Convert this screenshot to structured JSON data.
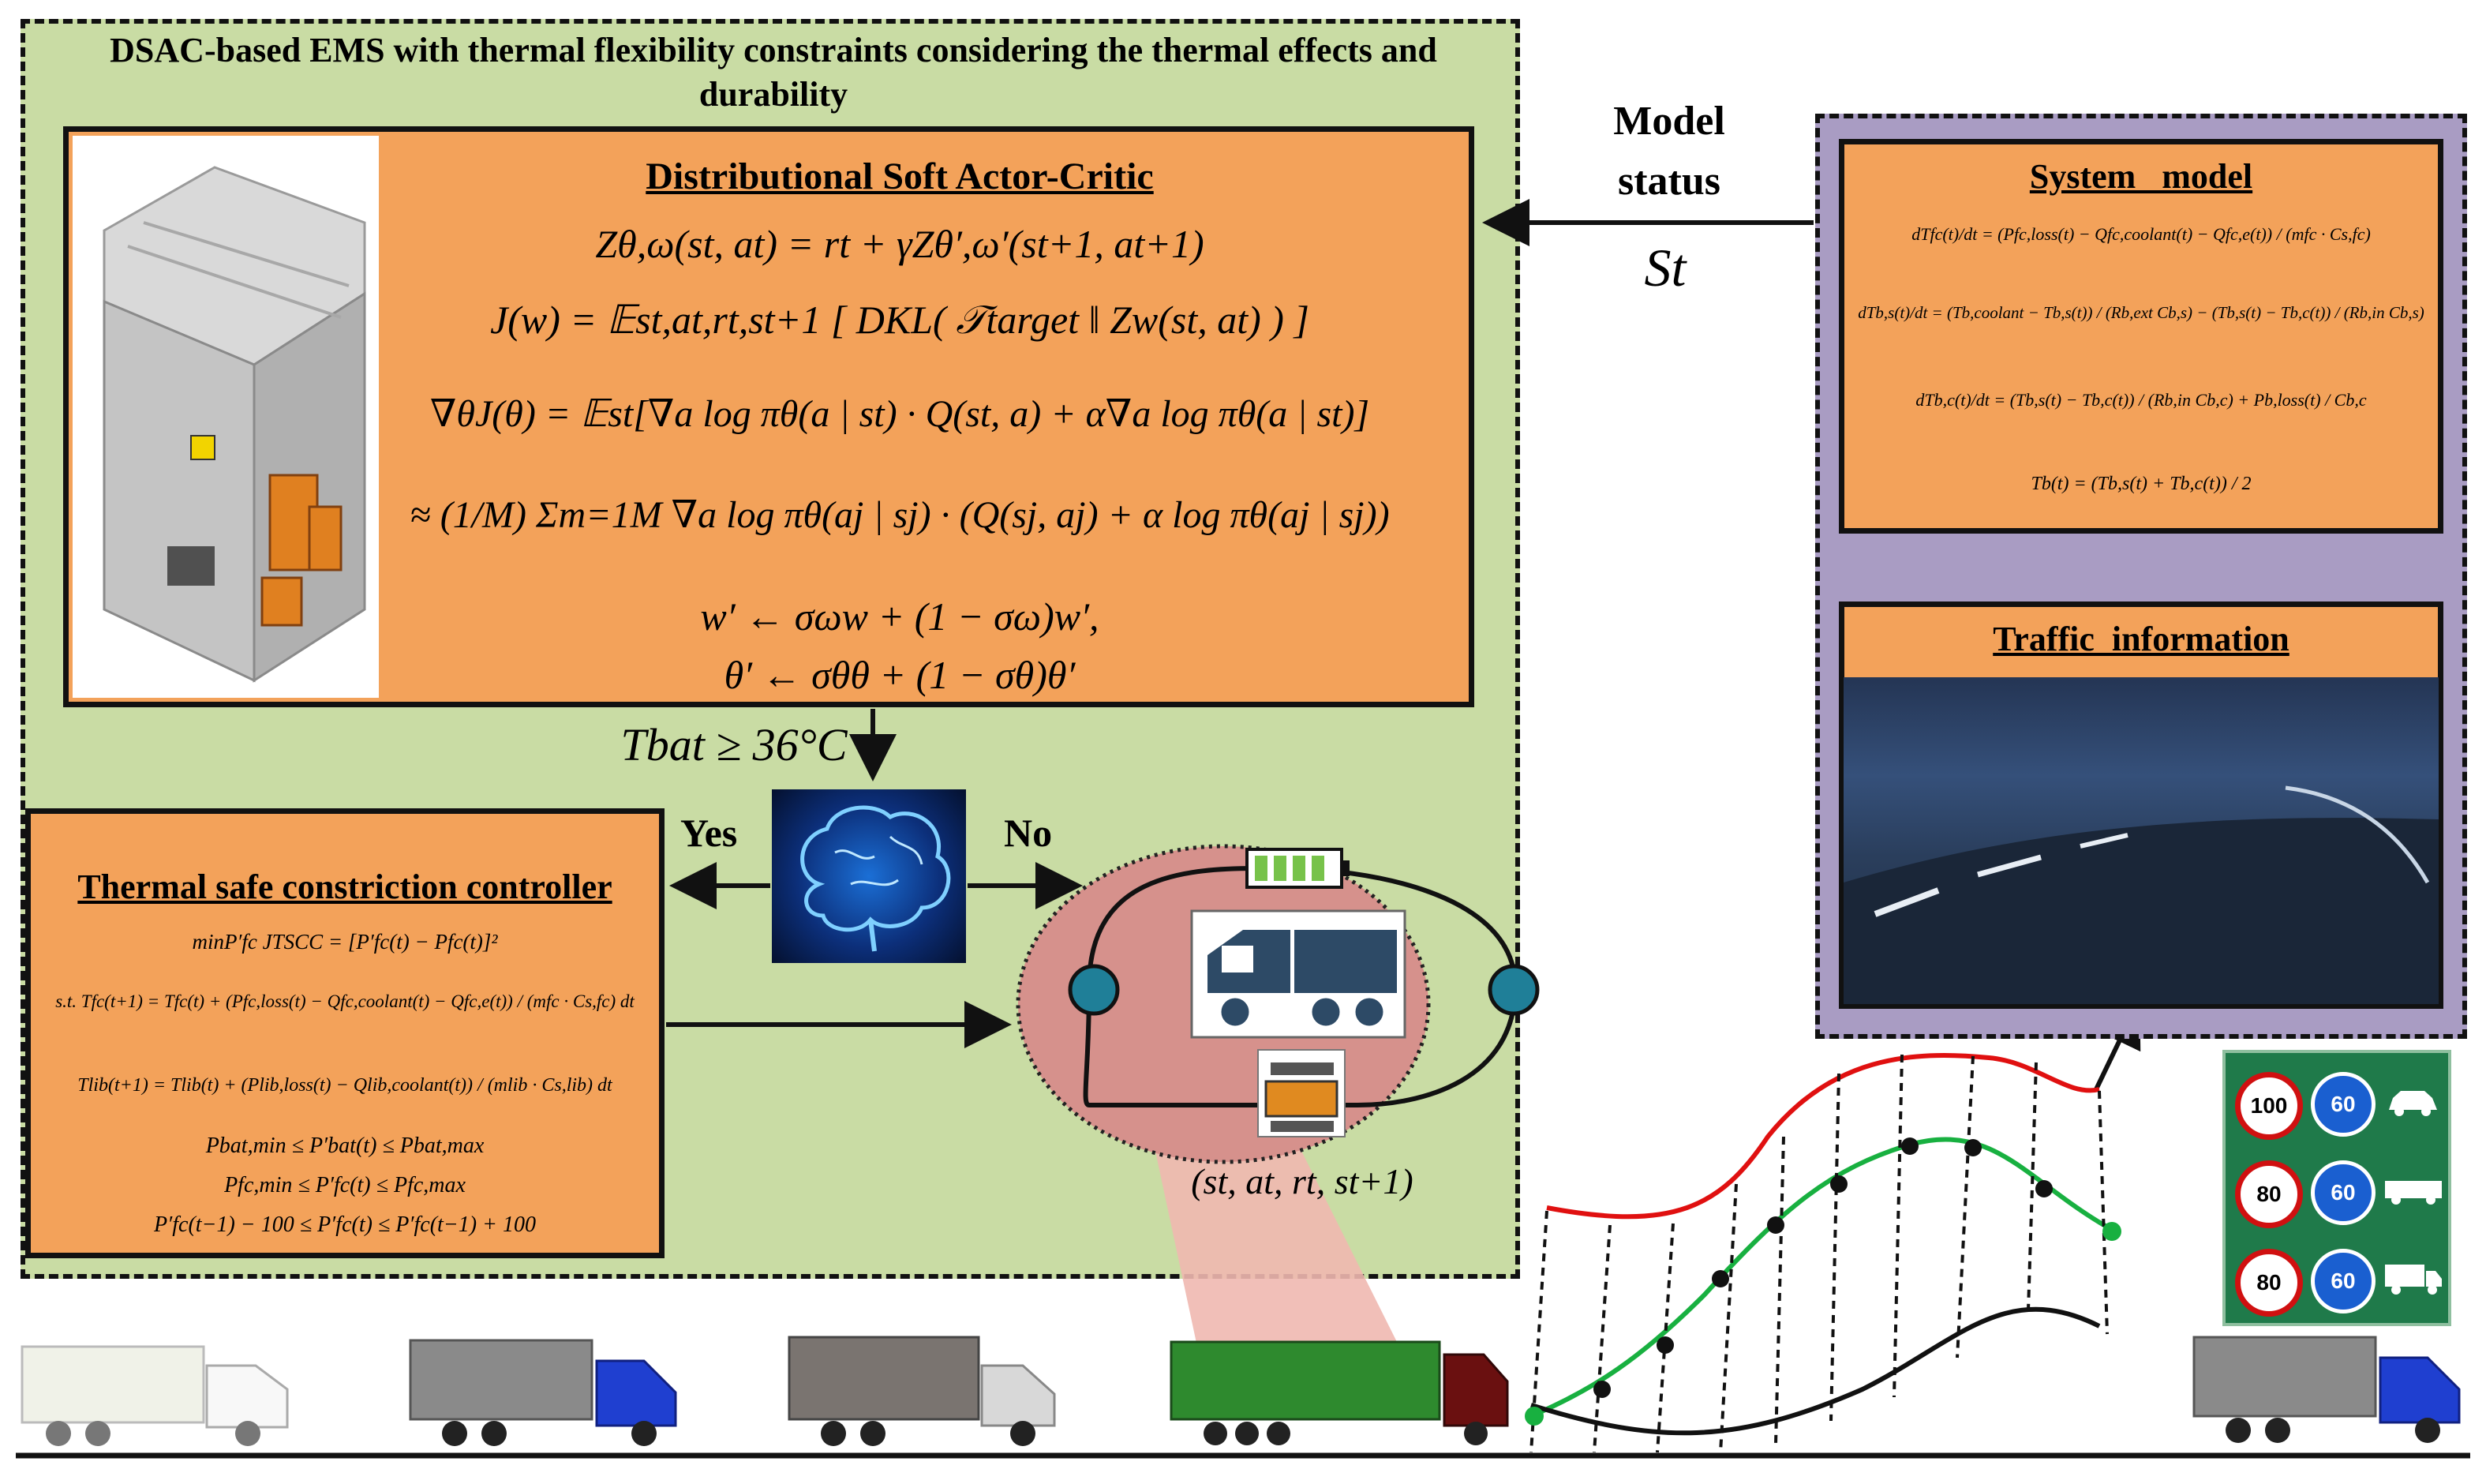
{
  "green_panel": {
    "title": "DSAC-based EMS with thermal flexibility constraints considering the thermal effects and durability"
  },
  "dsac": {
    "heading": "Distributional Soft Actor-Critic",
    "equations": [
      "Zθ,ω(st, at) = rt + γZθ′,ω′(st+1, at+1)",
      "J(w) = 𝔼st,at,rt,st+1 [ DKL( 𝒯target ‖ Zw(st, at) ) ]",
      "∇θJ(θ) = 𝔼st[∇a log πθ(a | st) · Q(st, a) + α∇a log πθ(a | st)]",
      "≈ (1/M) Σm=1M ∇a log πθ(aj | sj) · (Q(sj, aj) + α log πθ(aj | sj))",
      "w′ ← σωw + (1 − σω)w′,",
      "θ′ ← σθθ + (1 − σθ)θ′"
    ]
  },
  "condition": "Tbat ≥ 36°C",
  "yes_label": "Yes",
  "no_label": "No",
  "tscc": {
    "heading": "Thermal safe constriction controller",
    "equations": [
      "minP′fc JTSCC = [P′fc(t) − Pfc(t)]²",
      "s.t. Tfc(t+1) = Tfc(t) + (Pfc,loss(t) − Qfc,coolant(t) − Qfc,e(t)) / (mfc · Cs,fc) dt",
      "Tlib(t+1) = Tlib(t) + (Plib,loss(t) − Qlib,coolant(t)) / (mlib · Cs,lib) dt",
      "Pbat,min ≤ P′bat(t) ≤ Pbat,max",
      "Pfc,min ≤ P′fc(t) ≤ Pfc,max",
      "P′fc(t−1) − 100 ≤ P′fc(t) ≤ P′fc(t−1) + 100"
    ]
  },
  "transition_label": "(st, at, rt, st+1)",
  "model_status": {
    "line1": "Model",
    "line2": "status",
    "symbol": "St"
  },
  "system_model": {
    "heading": "System   model",
    "equations": [
      "dTfc(t)/dt = (Pfc,loss(t) − Qfc,coolant(t) − Qfc,e(t)) / (mfc · Cs,fc)",
      "dTb,s(t)/dt = (Tb,coolant − Tb,s(t)) / (Rb,ext Cb,s) − (Tb,s(t) − Tb,c(t)) / (Rb,in Cb,s)",
      "dTb,c(t)/dt = (Tb,s(t) − Tb,c(t)) / (Rb,in Cb,c) + Pb,loss(t) / Cb,c",
      "Tb(t) = (Tb,s(t) + Tb,c(t)) / 2"
    ]
  },
  "traffic": {
    "heading": "Traffic  information"
  },
  "signs": [
    {
      "limit": "100",
      "limit2": "60",
      "icon": "car-icon"
    },
    {
      "limit": "80",
      "limit2": "60",
      "icon": "bus-icon"
    },
    {
      "limit": "80",
      "limit2": "60",
      "icon": "truck-icon"
    }
  ],
  "colors": {
    "green_panel": "#c9dca4",
    "orange_box": "#f3a25a",
    "purple_panel": "#a99cc3",
    "red_curve": "#e01010",
    "green_curve": "#18b040",
    "sign_green": "#1f7a4a"
  }
}
